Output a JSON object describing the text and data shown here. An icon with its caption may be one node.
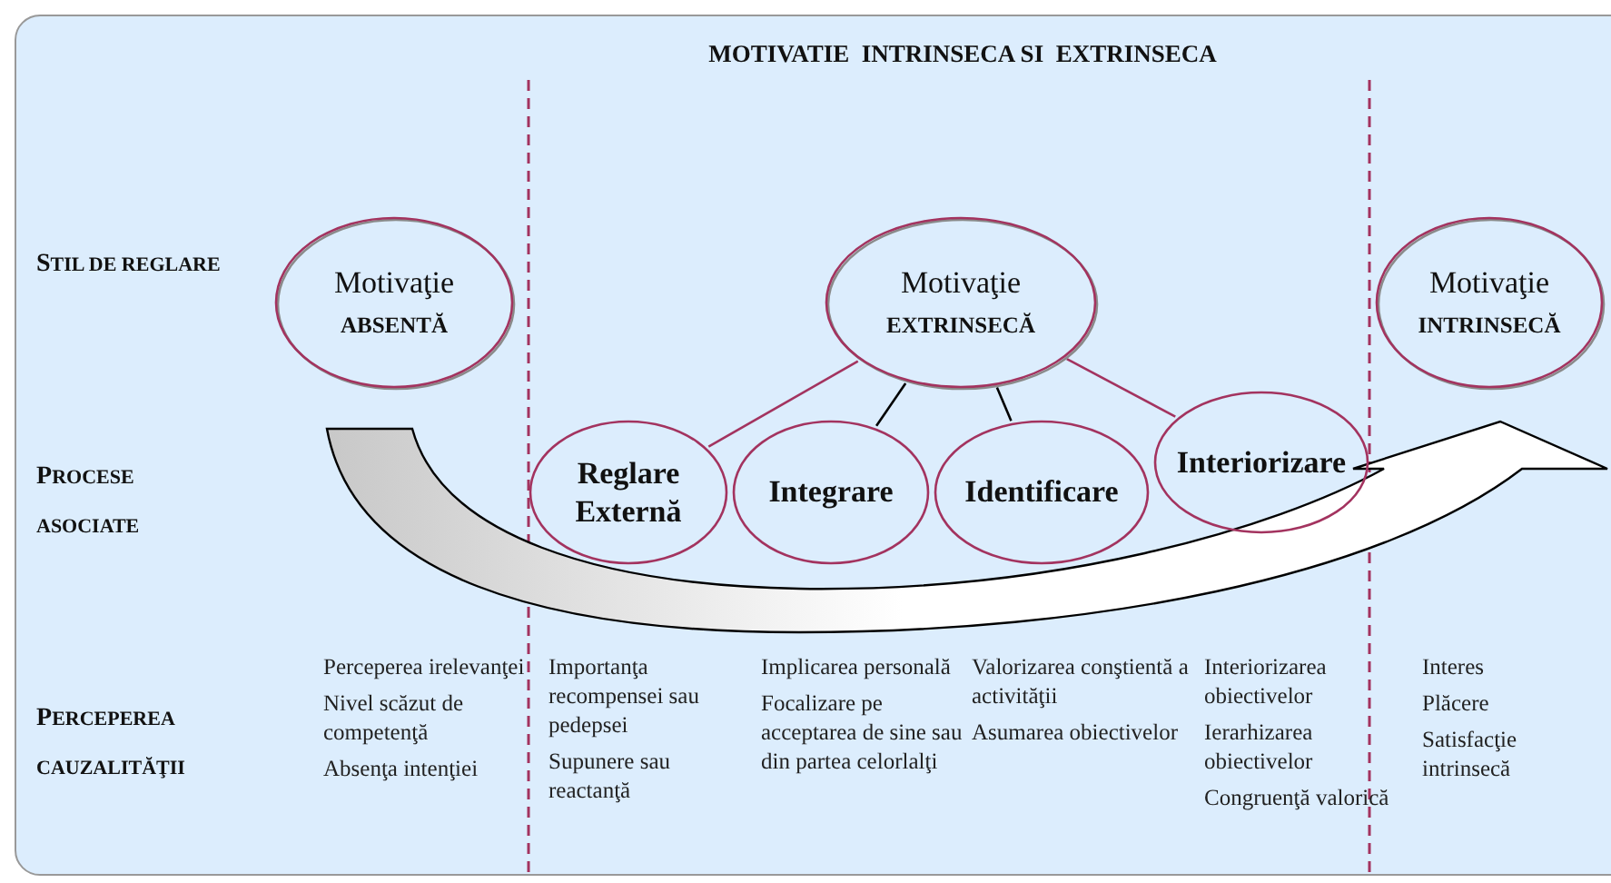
{
  "diagram": {
    "title": "MOTIVATIE  INTRINSECA SI  EXTRINSECA",
    "nodes": [
      {
        "text": [
          "Motivaţie",
          "ABSENTĂ"
        ]
      },
      {
        "text": [
          "Motivaţie",
          "EXTRINSECĂ"
        ]
      },
      {
        "text": [
          "Motivaţie",
          "INTRINSECĂ"
        ]
      },
      {
        "text": [
          "Reglare Externă"
        ]
      },
      {
        "text": [
          "Integrare"
        ]
      },
      {
        "text": [
          "Identificare"
        ]
      },
      {
        "text": [
          "Interiorizare"
        ]
      }
    ],
    "edges": [
      {
        "from": 1,
        "to": 3,
        "arrow": "none"
      },
      {
        "from": 1,
        "to": 4,
        "arrow": "none",
        "color": "#000000"
      },
      {
        "from": 1,
        "to": 5,
        "arrow": "none",
        "color": "#000000"
      },
      {
        "from": 1,
        "to": 6,
        "arrow": "none"
      },
      {
        "from": 0,
        "to": 2,
        "arrow": "to",
        "style": "thick"
      }
    ],
    "labels": [
      "STIL DE REGLARE",
      "PROCESE ASOCIATE",
      "PERCEPEREA CAUZALITĂŢII",
      "Perceperea irelevanţei",
      "Nivel scăzut de competenţă",
      "Absenţa intenţiei",
      "Importanţa recompensei sau pedepsei",
      "Supunere sau reactanţă",
      "Implicarea personală",
      "Focalizare pe acceptarea de sine sau din partea celorlalţi",
      "Valorizarea conştientă a activităţii",
      "Asumarea obiectivelor",
      "Interiorizarea obiectivelor",
      "Ierarhizarea obiectivelor",
      "Congruenţă valorică",
      "Interes",
      "Plăcere",
      "Satisfacţie intrinsecă"
    ]
  }
}
